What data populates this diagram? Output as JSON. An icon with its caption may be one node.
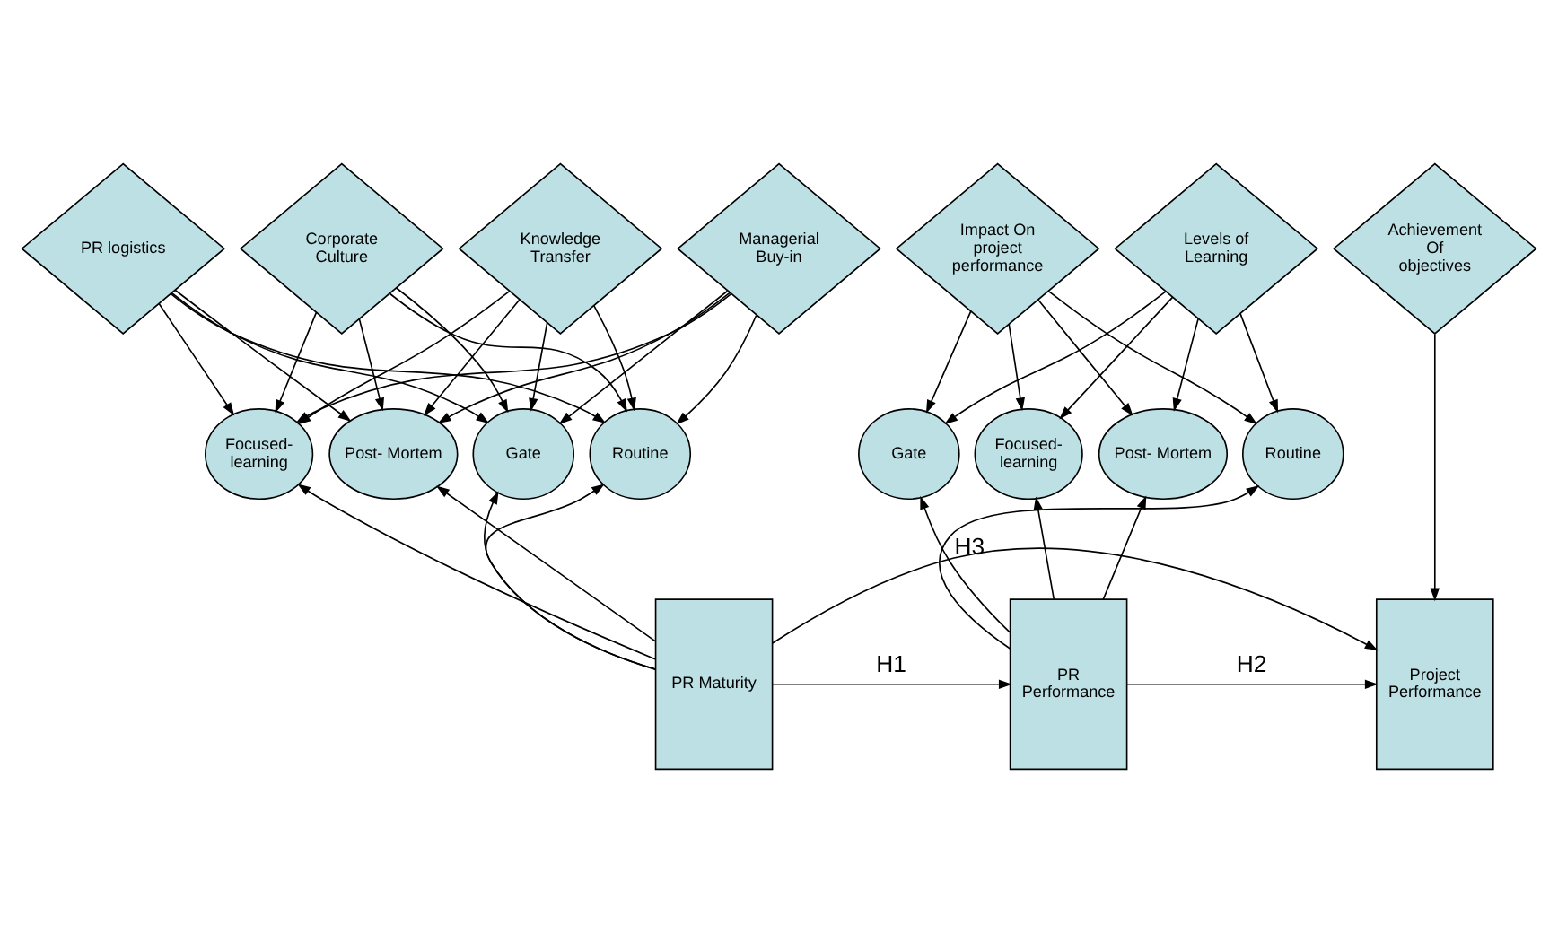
{
  "diagram": {
    "nodes": [
      {
        "text": [
          "Corporate Culture"
        ]
      },
      {
        "text": [
          "Managerial Buy-in"
        ]
      },
      {
        "text": [
          "PR logistics"
        ]
      },
      {
        "text": [
          "Knowledge Transfer"
        ]
      },
      {
        "text": [
          "Levels of Learning"
        ]
      },
      {
        "text": [
          "Impact On project performance"
        ]
      },
      {
        "text": [
          "Achievement Of objectives"
        ]
      },
      {
        "text": [
          "Routine"
        ]
      },
      {
        "text": [
          "Gate"
        ]
      },
      {
        "text": [
          "Post- Mortem"
        ]
      },
      {
        "text": [
          "Focused- learning"
        ]
      },
      {
        "text": [
          "Routine"
        ]
      },
      {
        "text": [
          "Gate"
        ]
      },
      {
        "text": [
          "Post- Mortem"
        ]
      },
      {
        "text": [
          "Focused- learning"
        ]
      },
      {
        "text": [
          "PR Maturity"
        ]
      },
      {
        "text": [
          "PR Performance"
        ]
      },
      {
        "text": [
          "Project Performance"
        ]
      }
    ],
    "edges": [
      {
        "from": 0,
        "to": 7,
        "arrow": "to"
      },
      {
        "from": 0,
        "to": 8,
        "arrow": "to"
      },
      {
        "from": 0,
        "to": 9,
        "arrow": "to"
      },
      {
        "from": 0,
        "to": 10,
        "arrow": "to"
      },
      {
        "from": 1,
        "to": 7,
        "arrow": "to"
      },
      {
        "from": 1,
        "to": 8,
        "arrow": "to"
      },
      {
        "from": 1,
        "to": 9,
        "arrow": "to"
      },
      {
        "from": 1,
        "to": 10,
        "arrow": "to"
      },
      {
        "from": 2,
        "to": 7,
        "arrow": "to"
      },
      {
        "from": 2,
        "to": 8,
        "arrow": "to"
      },
      {
        "from": 2,
        "to": 9,
        "arrow": "to"
      },
      {
        "from": 2,
        "to": 10,
        "arrow": "to"
      },
      {
        "from": 3,
        "to": 7,
        "arrow": "to"
      },
      {
        "from": 3,
        "to": 8,
        "arrow": "to"
      },
      {
        "from": 3,
        "to": 9,
        "arrow": "to"
      },
      {
        "from": 3,
        "to": 10,
        "arrow": "to"
      },
      {
        "from": 4,
        "to": 11,
        "arrow": "to"
      },
      {
        "from": 4,
        "to": 12,
        "arrow": "to"
      },
      {
        "from": 4,
        "to": 13,
        "arrow": "to"
      },
      {
        "from": 4,
        "to": 14,
        "arrow": "to"
      },
      {
        "from": 5,
        "to": 11,
        "arrow": "to"
      },
      {
        "from": 5,
        "to": 12,
        "arrow": "to"
      },
      {
        "from": 5,
        "to": 13,
        "arrow": "to"
      },
      {
        "from": 5,
        "to": 14,
        "arrow": "to"
      },
      {
        "from": 6,
        "to": 17,
        "arrow": "to"
      },
      {
        "from": 15,
        "to": 7,
        "arrow": "to"
      },
      {
        "from": 15,
        "to": 8,
        "arrow": "to"
      },
      {
        "from": 15,
        "to": 9,
        "arrow": "to"
      },
      {
        "from": 15,
        "to": 10,
        "arrow": "to"
      },
      {
        "from": 16,
        "to": 11,
        "arrow": "to"
      },
      {
        "from": 16,
        "to": 12,
        "arrow": "to"
      },
      {
        "from": 16,
        "to": 13,
        "arrow": "to"
      },
      {
        "from": 16,
        "to": 14,
        "arrow": "to"
      },
      {
        "from": 15,
        "to": 16,
        "arrow": "to",
        "label": "H1"
      },
      {
        "from": 16,
        "to": 17,
        "arrow": "to",
        "label": "H2"
      },
      {
        "from": 15,
        "to": 17,
        "arrow": "to",
        "label": "H3"
      }
    ]
  }
}
